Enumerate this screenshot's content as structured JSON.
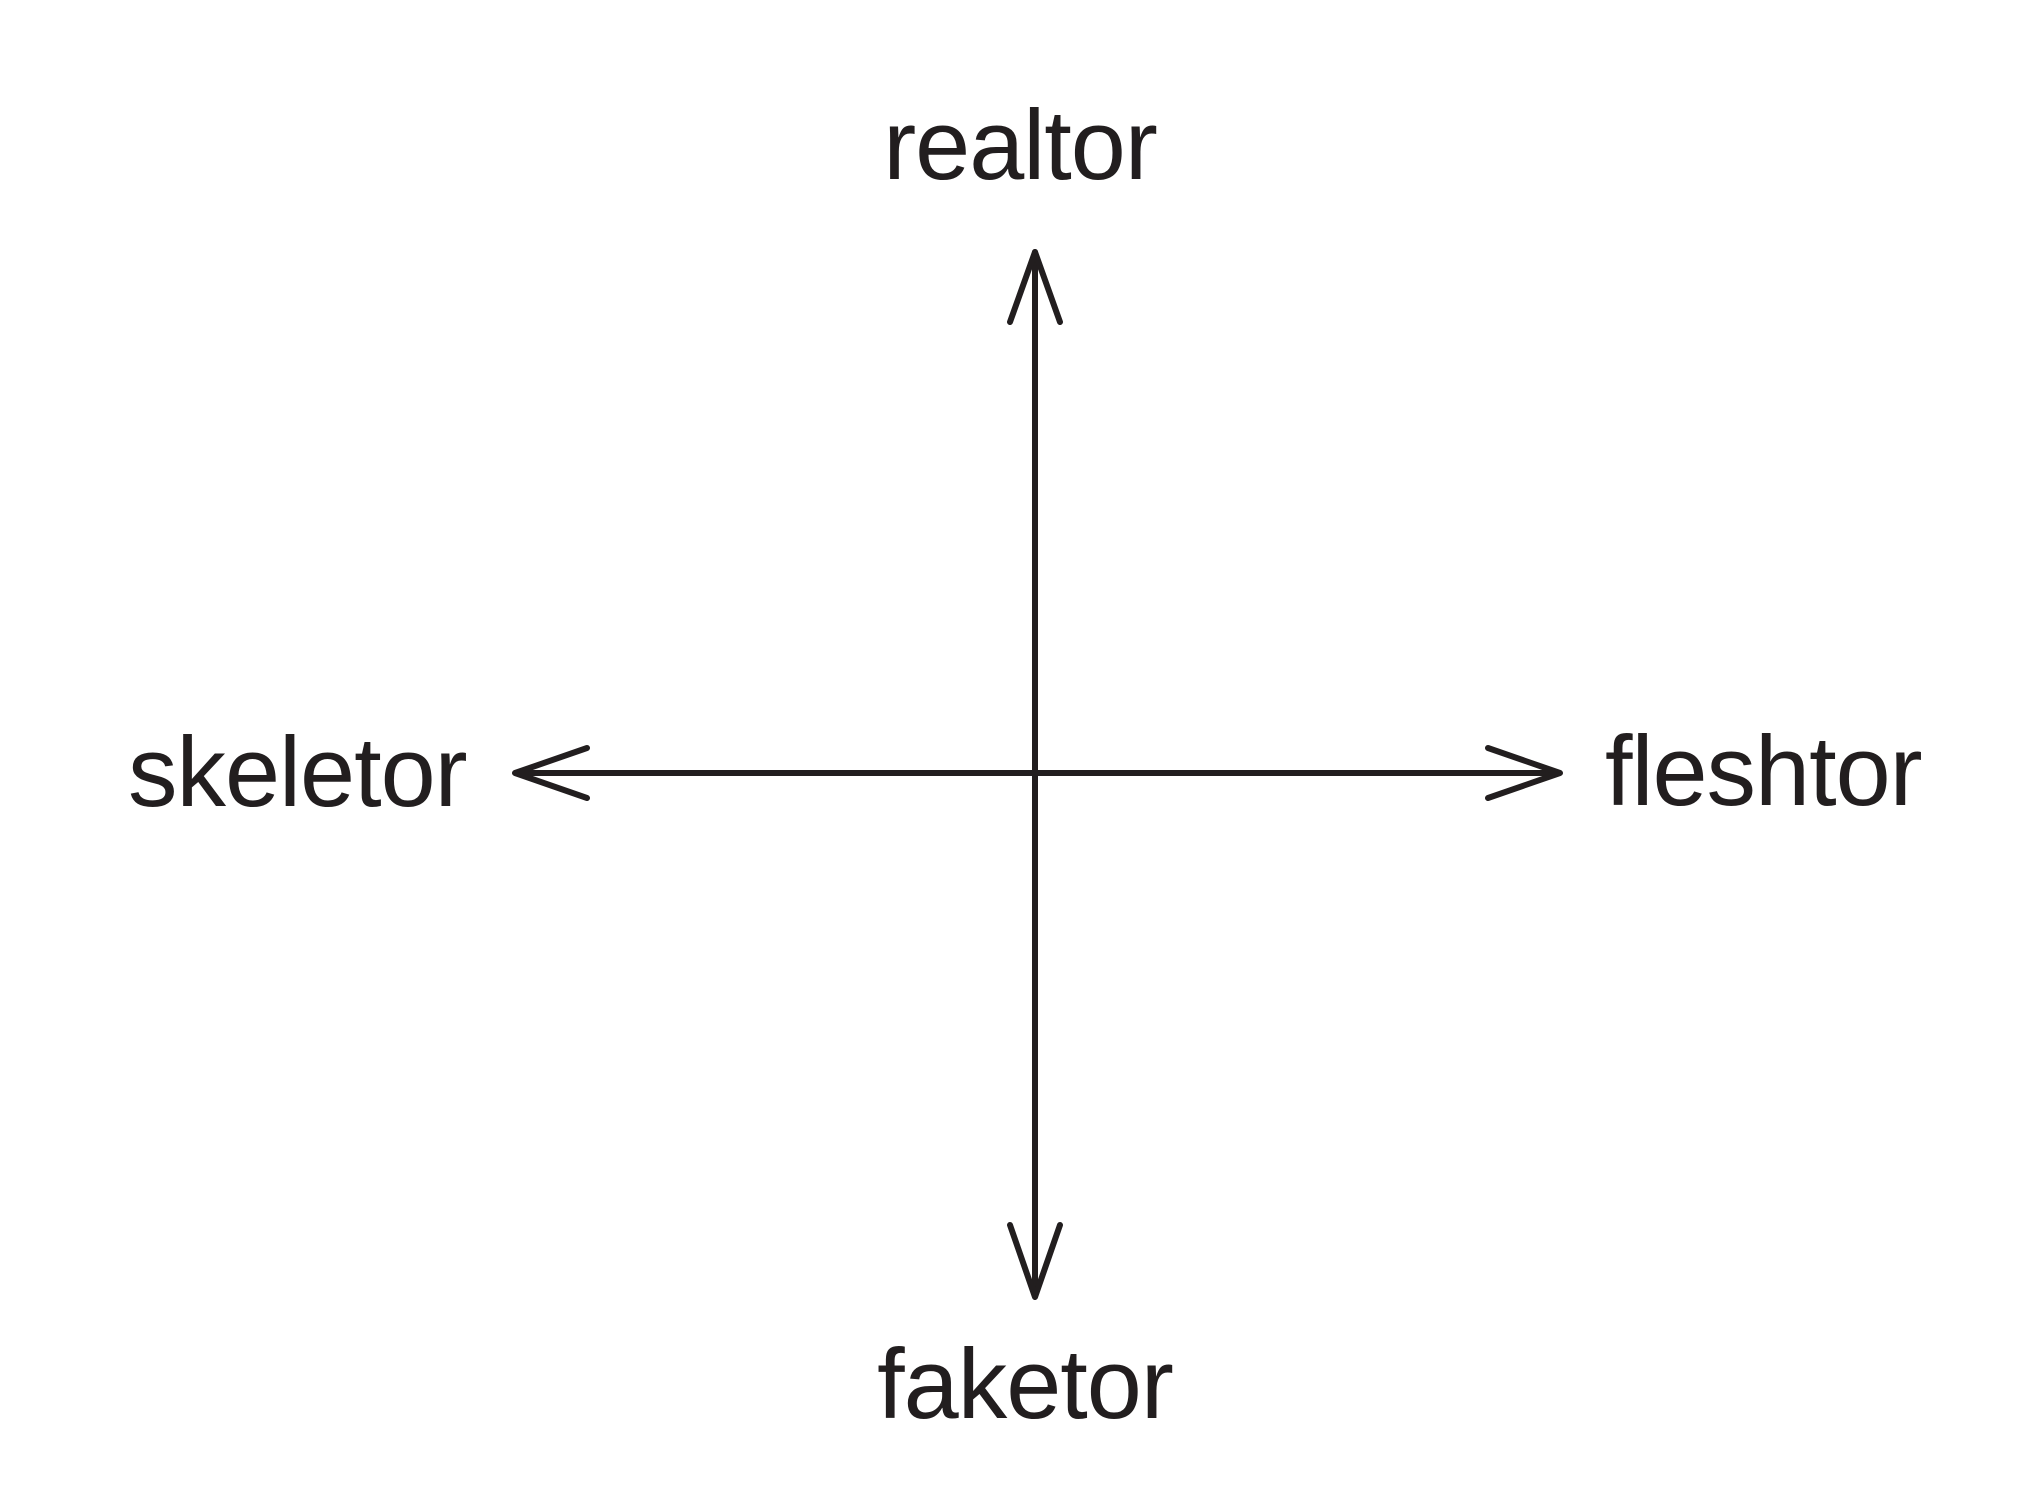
{
  "colors": {
    "background": "#ffffff",
    "ink": "#221e1f"
  },
  "diagram": {
    "type": "two-axis-cross",
    "labels": {
      "top": "realtor",
      "bottom": "faketor",
      "left": "skeletor",
      "right": "fleshtor"
    }
  }
}
